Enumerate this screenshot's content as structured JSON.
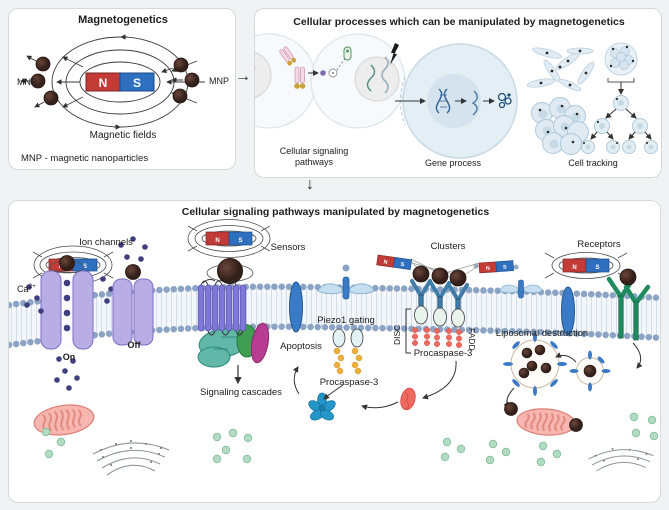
{
  "colors": {
    "page_bg": "#f1f2f3",
    "panel_bg": "#ffffff",
    "panel_border": "#d6d9dc",
    "text": "#1c1c1c",
    "magnet_red": "#c23b37",
    "magnet_blue": "#2f6fc0",
    "mnp_brown": "#3f2820",
    "membrane_dot": "#8ba4c5",
    "channel_purple": "#b9ade6",
    "gpcr_purple": "#8078d8",
    "sensor_blue": "#3a7bc8",
    "cluster_blue": "#3f7ca8",
    "receptor_green": "#1f8b5f",
    "procaspase_orange": "#eeb03c",
    "procaspase_red": "#ed6a5e",
    "caspase_blue": "#2596c8",
    "mitochondria_pink": "#f6b3ac",
    "ribosome_green": "#b2dcc2"
  },
  "magnet": {
    "n": "N",
    "s": "S"
  },
  "panel_magnetogenetics": {
    "title": "Magnetogenetics",
    "mnp_left": "MNP",
    "mnp_right": "MNP",
    "caption": "Magnetic fields",
    "footnote": "MNP - magnetic nanoparticles"
  },
  "panel_processes": {
    "title": "Cellular processes which can be manipulated by magnetogenetics",
    "items": [
      {
        "label": "Cellular signaling pathways"
      },
      {
        "label": "Gene process"
      },
      {
        "label": "Cell tracking"
      }
    ]
  },
  "panel_pathways": {
    "title": "Cellular signaling pathways manipulated by magnetogenetics",
    "labels": {
      "ion_channels": "Ion channels",
      "ca_base": "Ca",
      "ca_sup": "2+",
      "on": "On",
      "off": "Off",
      "sensors": "Sensors",
      "signaling_cascades": "Signaling cascades",
      "piezo1_gating": "Piezo1 gating",
      "apoptosis": "Apoptosis",
      "procaspase3_left": "Procaspase-3",
      "clusters": "Clusters",
      "disc": "DISC",
      "fadd": "FADD",
      "procaspase3_right": "Procaspase-3",
      "receptors": "Receptors",
      "liposomal_destruction": "Liposomal destruction"
    }
  }
}
